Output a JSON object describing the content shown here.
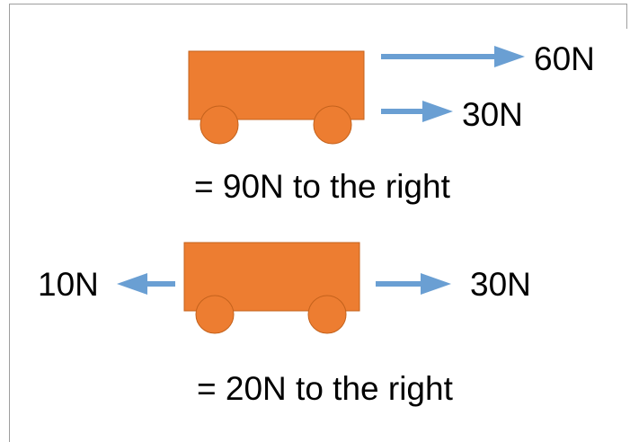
{
  "colors": {
    "cart": "#ED7D31",
    "cart_outline": "#C4621C",
    "arrow": "#6A9FD3",
    "frame": "#9E9E9E",
    "text": "#000000"
  },
  "scenario_1": {
    "force_a": "60N",
    "force_b": "30N",
    "result": "= 90N to the right"
  },
  "scenario_2": {
    "force_left": "10N",
    "force_right": "30N",
    "result": "= 20N to the right"
  }
}
